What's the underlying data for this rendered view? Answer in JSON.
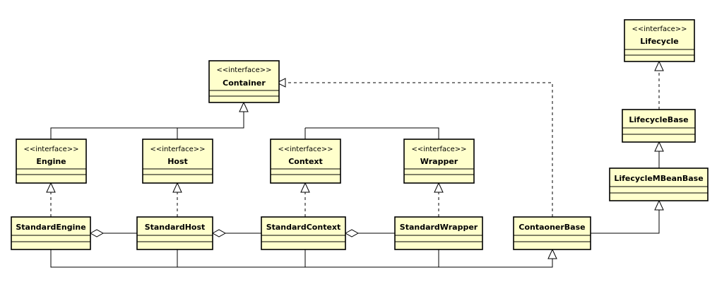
{
  "diagram": {
    "stereotype": "<<interface>>",
    "classes": {
      "container": {
        "name": "Container",
        "interface": true
      },
      "engine": {
        "name": "Engine",
        "interface": true
      },
      "host": {
        "name": "Host",
        "interface": true
      },
      "context": {
        "name": "Context",
        "interface": true
      },
      "wrapper": {
        "name": "Wrapper",
        "interface": true
      },
      "lifecycle": {
        "name": "Lifecycle",
        "interface": true
      },
      "lifecycle_base": {
        "name": "LifecycleBase",
        "interface": false
      },
      "lifecycle_mbean_base": {
        "name": "LifecycleMBeanBase",
        "interface": false
      },
      "standard_engine": {
        "name": "StandardEngine",
        "interface": false
      },
      "standard_host": {
        "name": "StandardHost",
        "interface": false
      },
      "standard_context": {
        "name": "StandardContext",
        "interface": false
      },
      "standard_wrapper": {
        "name": "StandardWrapper",
        "interface": false
      },
      "contaoner_base": {
        "name": "ContaonerBase",
        "interface": false
      }
    },
    "relations": [
      {
        "type": "generalization",
        "from": "engine",
        "to": "container"
      },
      {
        "type": "generalization",
        "from": "host",
        "to": "container"
      },
      {
        "type": "generalization",
        "from": "context",
        "to": "container"
      },
      {
        "type": "generalization",
        "from": "wrapper",
        "to": "container"
      },
      {
        "type": "realization",
        "from": "contaoner_base",
        "to": "container"
      },
      {
        "type": "realization",
        "from": "standard_engine",
        "to": "engine"
      },
      {
        "type": "realization",
        "from": "standard_host",
        "to": "host"
      },
      {
        "type": "realization",
        "from": "standard_context",
        "to": "context"
      },
      {
        "type": "realization",
        "from": "standard_wrapper",
        "to": "wrapper"
      },
      {
        "type": "aggregation",
        "from": "standard_engine",
        "to": "standard_host"
      },
      {
        "type": "aggregation",
        "from": "standard_host",
        "to": "standard_context"
      },
      {
        "type": "aggregation",
        "from": "standard_context",
        "to": "standard_wrapper"
      },
      {
        "type": "generalization",
        "from": "standard_engine",
        "to": "contaoner_base"
      },
      {
        "type": "generalization",
        "from": "standard_host",
        "to": "contaoner_base"
      },
      {
        "type": "generalization",
        "from": "standard_context",
        "to": "contaoner_base"
      },
      {
        "type": "generalization",
        "from": "standard_wrapper",
        "to": "contaoner_base"
      },
      {
        "type": "generalization",
        "from": "contaoner_base",
        "to": "lifecycle_mbean_base"
      },
      {
        "type": "generalization",
        "from": "lifecycle_mbean_base",
        "to": "lifecycle_base"
      },
      {
        "type": "realization",
        "from": "lifecycle_base",
        "to": "lifecycle"
      }
    ]
  }
}
